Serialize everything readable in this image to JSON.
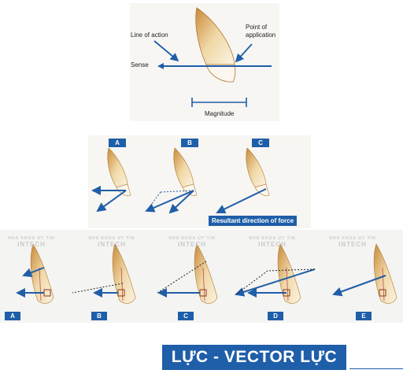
{
  "top_diagram": {
    "line_of_action": "Line of action",
    "point_of_application_1": "Point of",
    "point_of_application_2": "application",
    "sense": "Sense",
    "magnitude": "Magnitude"
  },
  "middle_row": {
    "labels": [
      "A",
      "B",
      "C"
    ],
    "resultant": "Resultant direction of force"
  },
  "bottom_row": {
    "labels": [
      "A",
      "B",
      "C",
      "D",
      "E"
    ],
    "watermark_sub": "NHA KHOA UY TIN",
    "watermark": "INTECH"
  },
  "title": "LỰC - VECTOR LỰC",
  "colors": {
    "accent": "#1f5ea8",
    "root": "#e8c98f"
  }
}
